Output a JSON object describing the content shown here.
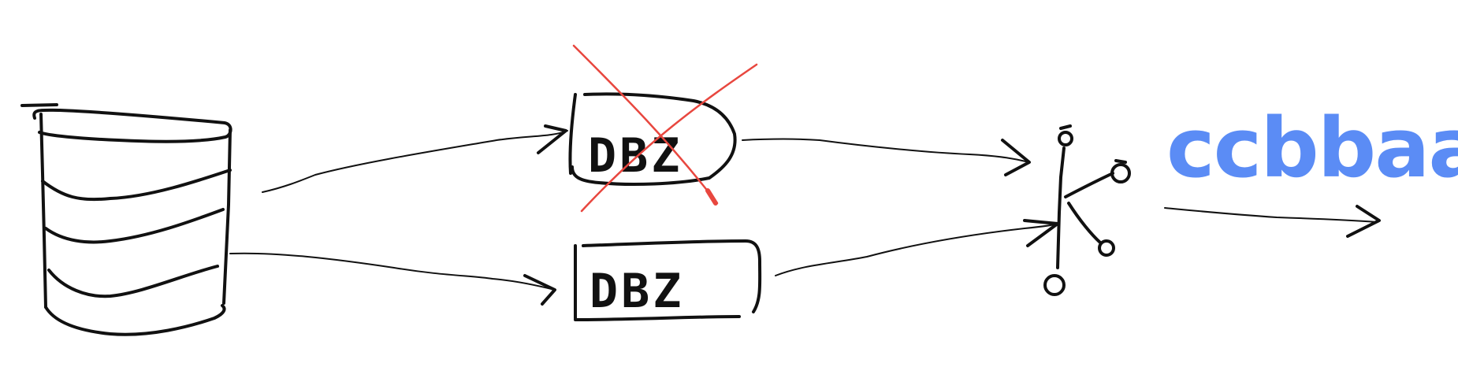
{
  "diagram": {
    "top_box_label": "DBZ",
    "bottom_box_label": "DBZ",
    "output_label": "ccbbaa"
  },
  "colors": {
    "ink": "#111111",
    "cross_out": "#e8473f",
    "output_text": "#5b8cf5",
    "background": "#ffffff"
  },
  "icons": {
    "source": "database-cylinder-icon",
    "rejected": "red-x-cross-icon",
    "merge": "branch-merge-icon"
  }
}
